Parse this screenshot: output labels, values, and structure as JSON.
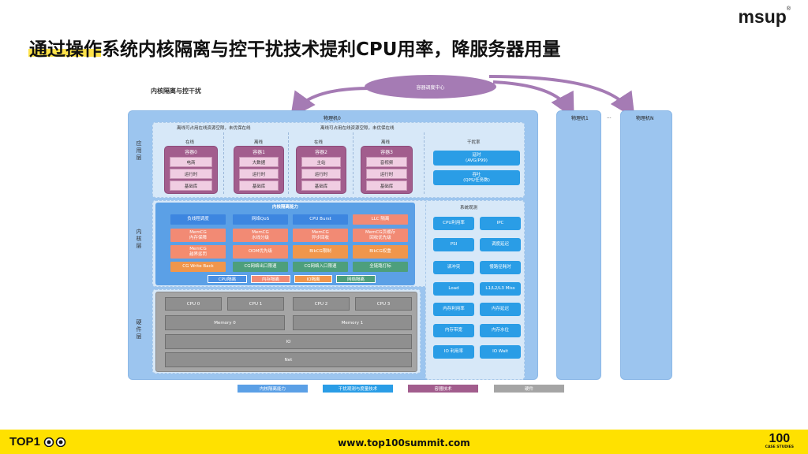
{
  "slide": {
    "headline": "通过操作系统内核隔离与控干扰技术提利CPU用率，降服务器用量",
    "logo": "msup",
    "logo_mark": "®",
    "footer_url": "www.top100summit.com",
    "footer_left_logo": "TOP1",
    "footer_right_logo": "100",
    "footer_right_sub": "CASE STUDIES"
  },
  "diagram": {
    "title": "内核隔离与控干扰",
    "cluster": "容器调度中心",
    "machine0": "物理机0",
    "machine1": "物理机1",
    "ellipsis": "...",
    "machineN": "物理机N",
    "app_layer": {
      "label": "应用层",
      "note_left": "离线可占用在线资源空隙，未优保在线",
      "note_right": "离线可占用在线资源空隙，未优保在线",
      "containers": [
        {
          "state": "在线",
          "name": "容器0",
          "rows": [
            "电商",
            "运行时",
            "基础库"
          ]
        },
        {
          "state": "离线",
          "name": "容器1",
          "rows": [
            "大数据",
            "运行时",
            "基础库"
          ]
        },
        {
          "state": "在线",
          "name": "容器2",
          "rows": [
            "主站",
            "运行时",
            "基础库"
          ]
        },
        {
          "state": "离线",
          "name": "容器3",
          "rows": [
            "音视频",
            "运行时",
            "基础库"
          ]
        }
      ],
      "interference": {
        "title": "干扰率",
        "items": [
          "延时\n(AVG/P99)",
          "吞吐\n(QPS/任务数)"
        ]
      }
    },
    "kernel_layer": {
      "label": "内核层",
      "cap_title": "内核隔离能力",
      "grid": [
        [
          "负线程调度",
          "网络QoS",
          "CPU Burst",
          "LLC 隔离"
        ],
        [
          "MemCG\n内存保障",
          "MemCG\n水线分级",
          "MemCG\n异步回收",
          "MemCG页缓存\n回收优先级"
        ],
        [
          "MemCG\n越界惩罚",
          "OOM优先级",
          "BlkCG限制",
          "BlkCG权重"
        ],
        [
          "CG Write Back",
          "CG网络出口限速",
          "CG网络入口限速",
          "全链路打标"
        ]
      ],
      "iso_row": [
        "CPU隔离",
        "内存隔离",
        "IO隔离",
        "网络隔离"
      ],
      "observe": {
        "title": "系统观测",
        "items": [
          [
            "CPU利用率",
            "IPC"
          ],
          [
            "PSI",
            "调度延迟"
          ],
          [
            "读冲突",
            "慢路径耗时"
          ],
          [
            "Load",
            "L1/L2/L3 Miss"
          ],
          [
            "内存利用率",
            "内存延迟"
          ],
          [
            "内存带宽",
            "内存水位"
          ],
          [
            "IO 利用率",
            "IO Wait"
          ]
        ]
      }
    },
    "hw_layer": {
      "label": "硬件层",
      "cpus": [
        "CPU 0",
        "CPU 1",
        "CPU 2",
        "CPU 3"
      ],
      "memory": [
        "Memory 0",
        "Memory 1"
      ],
      "io": "IO",
      "net": "Net"
    },
    "legend": [
      {
        "label": "内核隔离能力",
        "color": "#5ba0e6"
      },
      {
        "label": "干扰观测与度量技术",
        "color": "#2a9de6"
      },
      {
        "label": "容器技术",
        "color": "#a25d8d"
      },
      {
        "label": "硬件",
        "color": "#a5a5a5"
      }
    ]
  }
}
